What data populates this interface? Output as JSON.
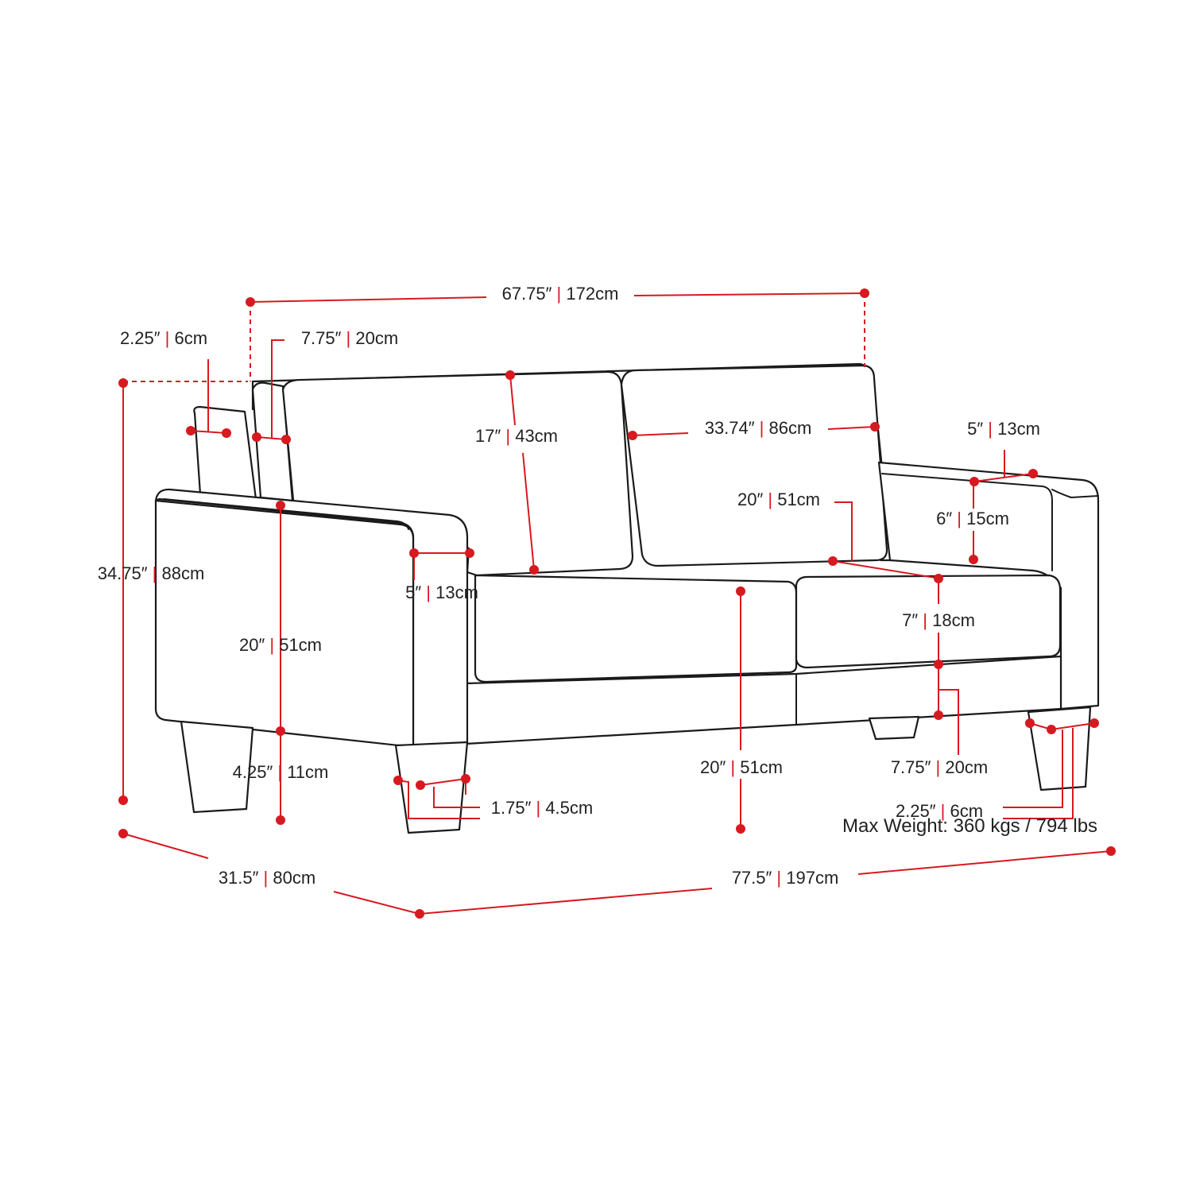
{
  "dimensions": {
    "back_width": {
      "imperial": "67.75″",
      "metric": "172cm"
    },
    "back_frame_depth": {
      "imperial": "2.25″",
      "metric": "6cm"
    },
    "back_side_panel": {
      "imperial": "7.75″",
      "metric": "20cm"
    },
    "back_cushion_height": {
      "imperial": "17″",
      "metric": "43cm"
    },
    "back_cushion_width": {
      "imperial": "33.74″",
      "metric": "86cm"
    },
    "total_height": {
      "imperial": "34.75″",
      "metric": "88cm"
    },
    "arm_top_width": {
      "imperial": "5″",
      "metric": "13cm"
    },
    "arm_top_width_right": {
      "imperial": "5″",
      "metric": "13cm"
    },
    "arm_height_above_seat": {
      "imperial": "6″",
      "metric": "15cm"
    },
    "seat_depth": {
      "imperial": "20″",
      "metric": "51cm"
    },
    "arm_height": {
      "imperial": "20″",
      "metric": "51cm"
    },
    "seat_cushion_thickness": {
      "imperial": "7″",
      "metric": "18cm"
    },
    "leg_height": {
      "imperial": "4.25″",
      "metric": "11cm"
    },
    "leg_width": {
      "imperial": "1.75″",
      "metric": "4.5cm"
    },
    "seat_height": {
      "imperial": "20″",
      "metric": "51cm"
    },
    "seat_frame_height": {
      "imperial": "7.75″",
      "metric": "20cm"
    },
    "leg_top_width": {
      "imperial": "2.25″",
      "metric": "6cm"
    },
    "total_depth": {
      "imperial": "31.5″",
      "metric": "80cm"
    },
    "total_width": {
      "imperial": "77.5″",
      "metric": "197cm"
    }
  },
  "note": {
    "max_weight": "Max Weight: 360 kgs / 794 lbs"
  },
  "colors": {
    "dimension_red": "#d71920",
    "outline": "#1a1a1a",
    "text": "#222222"
  }
}
